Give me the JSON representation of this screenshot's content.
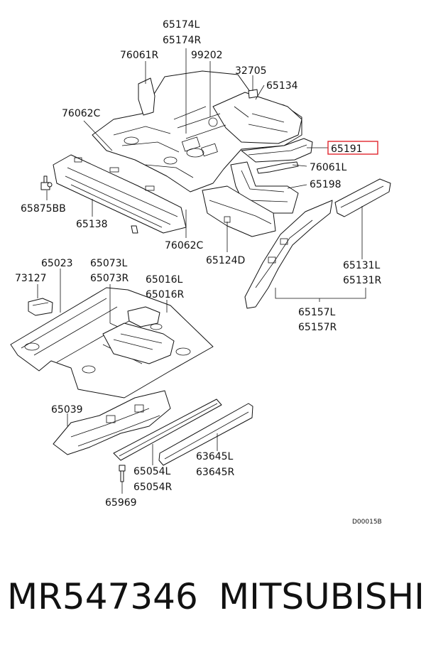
{
  "labels": {
    "p65174L": "65174L",
    "p65174R": "65174R",
    "p76061R": "76061R",
    "p99202": "99202",
    "p32705": "32705",
    "p65134": "65134",
    "p76062C_top": "76062C",
    "p65191": "65191",
    "p76061L": "76061L",
    "p65198": "65198",
    "p65875BB": "65875BB",
    "p65138": "65138",
    "p76062C_bottom": "76062C",
    "p65124D": "65124D",
    "p65131L": "65131L",
    "p65131R": "65131R",
    "p65023": "65023",
    "p65073L": "65073L",
    "p65073R": "65073R",
    "p73127": "73127",
    "p65016L": "65016L",
    "p65016R": "65016R",
    "p65157L": "65157L",
    "p65157R": "65157R",
    "p65039": "65039",
    "p63645L": "63645L",
    "p63645R": "63645R",
    "p65054L": "65054L",
    "p65054R": "65054R",
    "p65969": "65969",
    "diagram_code": "D00015B"
  },
  "highlight": {
    "part": "65191",
    "color": "#e0262e"
  },
  "caption": {
    "part_number": "MR547346",
    "brand": "MITSUBISHI"
  }
}
